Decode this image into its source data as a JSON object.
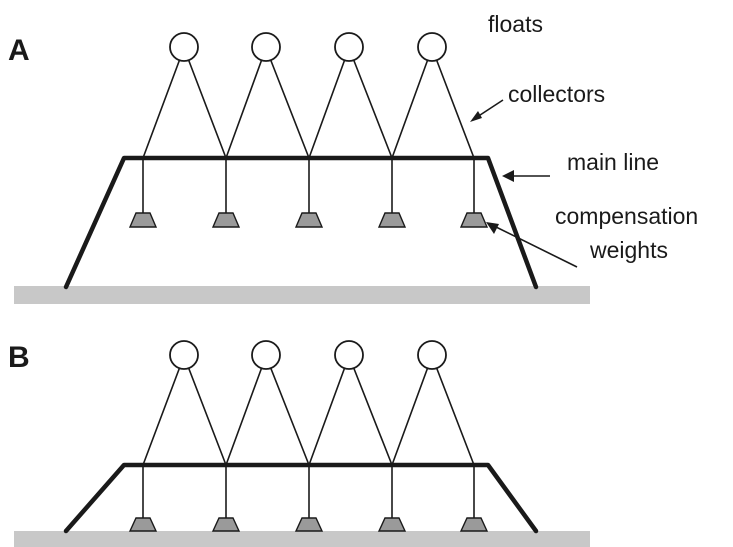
{
  "panels": [
    {
      "label": "A",
      "annotations": {
        "floats": "floats",
        "collectors": "collectors",
        "main_line": "main line",
        "compensation": "compensation",
        "weights": "weights"
      },
      "weights_on_ground": false
    },
    {
      "label": "B",
      "weights_on_ground": true
    }
  ],
  "colors": {
    "ground": "#c8c8c8",
    "weight_fill": "#9a9a9a",
    "line": "#1a1a1a"
  }
}
